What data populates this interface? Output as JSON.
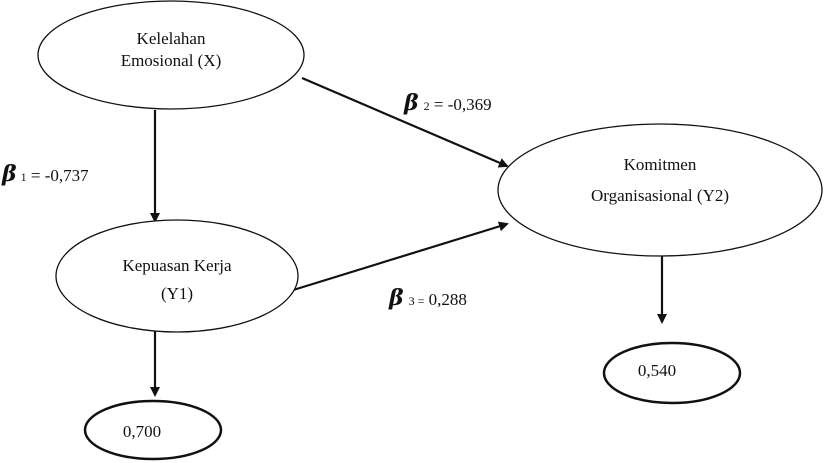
{
  "nodes": {
    "x": {
      "line1": "Kelelahan",
      "line2": "Emosional (X)"
    },
    "y1": {
      "line1": "Kepuasan Kerja",
      "line2": "(Y1)"
    },
    "y2": {
      "line1": "Komitmen",
      "line2": "Organisasional (Y2)"
    },
    "r2_y1": {
      "value": "0,700"
    },
    "r2_y2": {
      "value": "0,540"
    }
  },
  "coefficients": {
    "b1": {
      "symbol": "β",
      "subscript": "1",
      "text": " = -0,737"
    },
    "b2": {
      "symbol": "β",
      "subscript": "2",
      "text": " = -0,369"
    },
    "b3": {
      "symbol": "β",
      "subscript": "3 =",
      "text": " 0,288"
    }
  }
}
